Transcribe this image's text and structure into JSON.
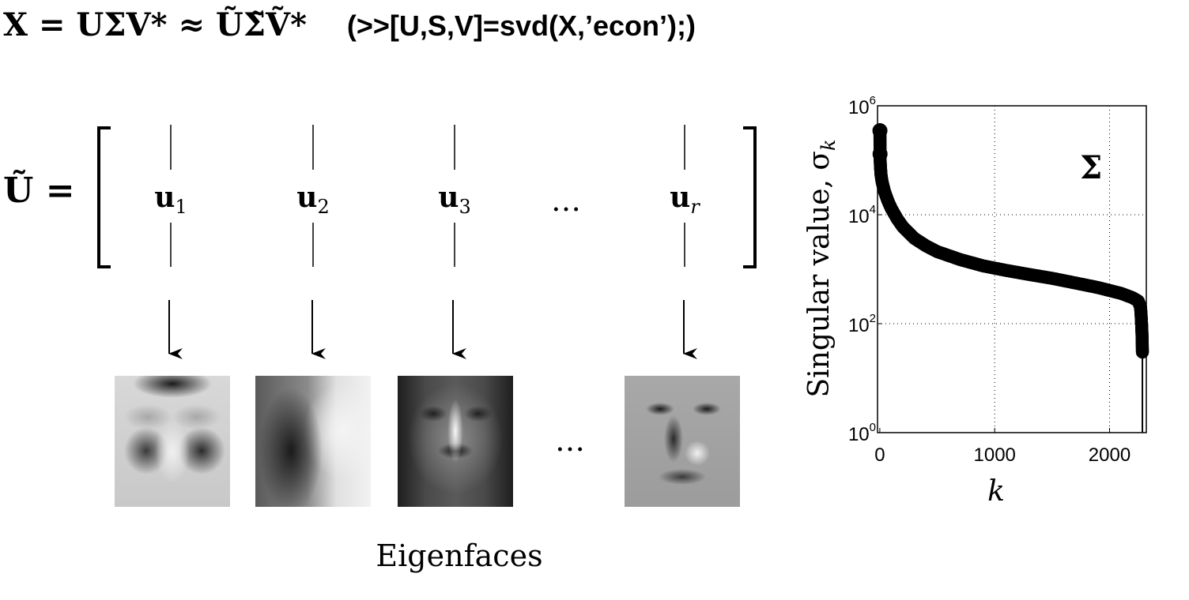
{
  "equation": {
    "lhs": "X = UΣV* ≈ ŨΣ̃Ṽ*",
    "command": "(>>[U,S,V]=svd(X,’econ’);)"
  },
  "matrix": {
    "label": "Ũ =",
    "columns": [
      {
        "name": "u",
        "sub": "1"
      },
      {
        "name": "u",
        "sub": "2"
      },
      {
        "name": "u",
        "sub": "3"
      },
      {
        "name": "u",
        "sub": "r"
      }
    ],
    "ellipsis": "…"
  },
  "faces": {
    "ellipsis": "…",
    "caption": "Eigenfaces"
  },
  "chart_data": {
    "type": "scatter",
    "ylabel": "Singular value, σ",
    "ylabel_sub": "k",
    "xlabel": "k",
    "annotation": "Σ",
    "x_scale": "linear",
    "y_scale": "log",
    "xlim": [
      -20,
      2320
    ],
    "ylim": [
      1,
      1000000
    ],
    "grid": true,
    "x_ticks": [
      {
        "value": 0,
        "label": "0"
      },
      {
        "value": 1000,
        "label": "1000"
      },
      {
        "value": 2000,
        "label": "2000"
      }
    ],
    "y_ticks": [
      {
        "value": 1,
        "base": "10",
        "exp": "0"
      },
      {
        "value": 10000,
        "base": "10",
        "exp": "4"
      },
      {
        "value": 100,
        "base": "10",
        "exp": "2"
      },
      {
        "value": 1000000,
        "base": "10",
        "exp": "6"
      }
    ],
    "points": [
      [
        1,
        350000
      ],
      [
        2,
        130000
      ],
      [
        3,
        100000
      ],
      [
        5,
        80000
      ],
      [
        10,
        55000
      ],
      [
        20,
        40000
      ],
      [
        40,
        27000
      ],
      [
        70,
        18000
      ],
      [
        100,
        13000
      ],
      [
        150,
        8500
      ],
      [
        200,
        6000
      ],
      [
        300,
        3700
      ],
      [
        400,
        2700
      ],
      [
        500,
        2100
      ],
      [
        700,
        1500
      ],
      [
        900,
        1150
      ],
      [
        1100,
        950
      ],
      [
        1300,
        800
      ],
      [
        1500,
        680
      ],
      [
        1700,
        560
      ],
      [
        1900,
        460
      ],
      [
        2100,
        360
      ],
      [
        2200,
        300
      ],
      [
        2250,
        260
      ],
      [
        2270,
        200
      ],
      [
        2275,
        140
      ],
      [
        2280,
        90
      ],
      [
        2283,
        60
      ],
      [
        2285,
        40
      ],
      [
        2286,
        30
      ]
    ]
  }
}
